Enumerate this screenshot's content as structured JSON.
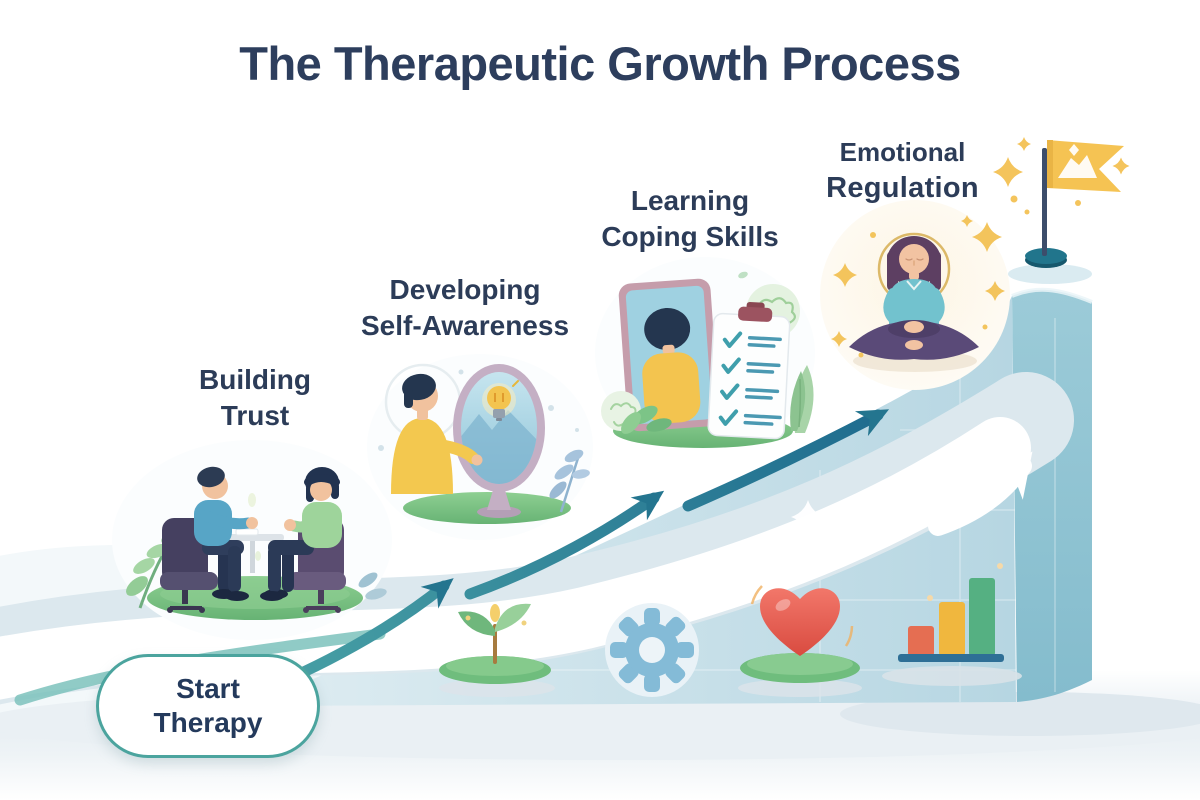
{
  "title": "The Therapeutic Growth Process",
  "stages": [
    {
      "name": "building-trust",
      "line1": "Building",
      "line2": "Trust"
    },
    {
      "name": "developing-self-awareness",
      "line1": "Developing",
      "line2": "Self-Awareness"
    },
    {
      "name": "learning-coping-skills",
      "line1": "Learning",
      "line2": "Coping Skills"
    },
    {
      "name": "emotional-regulation",
      "line1": "Emotional",
      "line2": "Regulation"
    }
  ],
  "start_badge": {
    "line1": "Start",
    "line2": "Therapy"
  },
  "icons": {
    "flag": "goal-flag-icon",
    "sprout": "sprout-icon",
    "gear": "gear-icon",
    "heart": "heart-icon",
    "bars": "bar-chart-icon",
    "sparkle": "sparkle-icon"
  },
  "colors": {
    "title_text": "#2d3e5d",
    "label_text": "#2c3c58",
    "arrow_teal_start": "#4aa3a6",
    "arrow_teal_end": "#1d6a8e",
    "ramp_face": "#c3dce6",
    "ramp_side": "#8fc2d2",
    "flag_yellow": "#f5c353",
    "badge_border": "#4ba49e",
    "ground_green": "#7cc487",
    "heart_red": "#e2574b",
    "bar_red": "#e56e52",
    "bar_yellow": "#f0b73e",
    "bar_green": "#55b082",
    "gear_blue": "#84bbd7"
  }
}
